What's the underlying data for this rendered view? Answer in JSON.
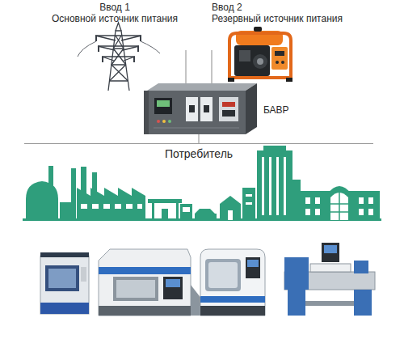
{
  "diagram": {
    "nodes": [
      {
        "text": [
          "Ввод 1",
          "Основной источник питания"
        ]
      },
      {
        "text": [
          "Ввод 2",
          "Резервный источник питания"
        ]
      },
      {
        "text": [
          "БАВР"
        ]
      },
      {
        "text": [
          "Потребитель"
        ]
      }
    ],
    "edges": [
      {
        "from": 0,
        "to": 2,
        "arrow": "none"
      },
      {
        "from": 1,
        "to": 2,
        "arrow": "none"
      },
      {
        "from": 2,
        "to": 3,
        "arrow": "none"
      }
    ]
  }
}
